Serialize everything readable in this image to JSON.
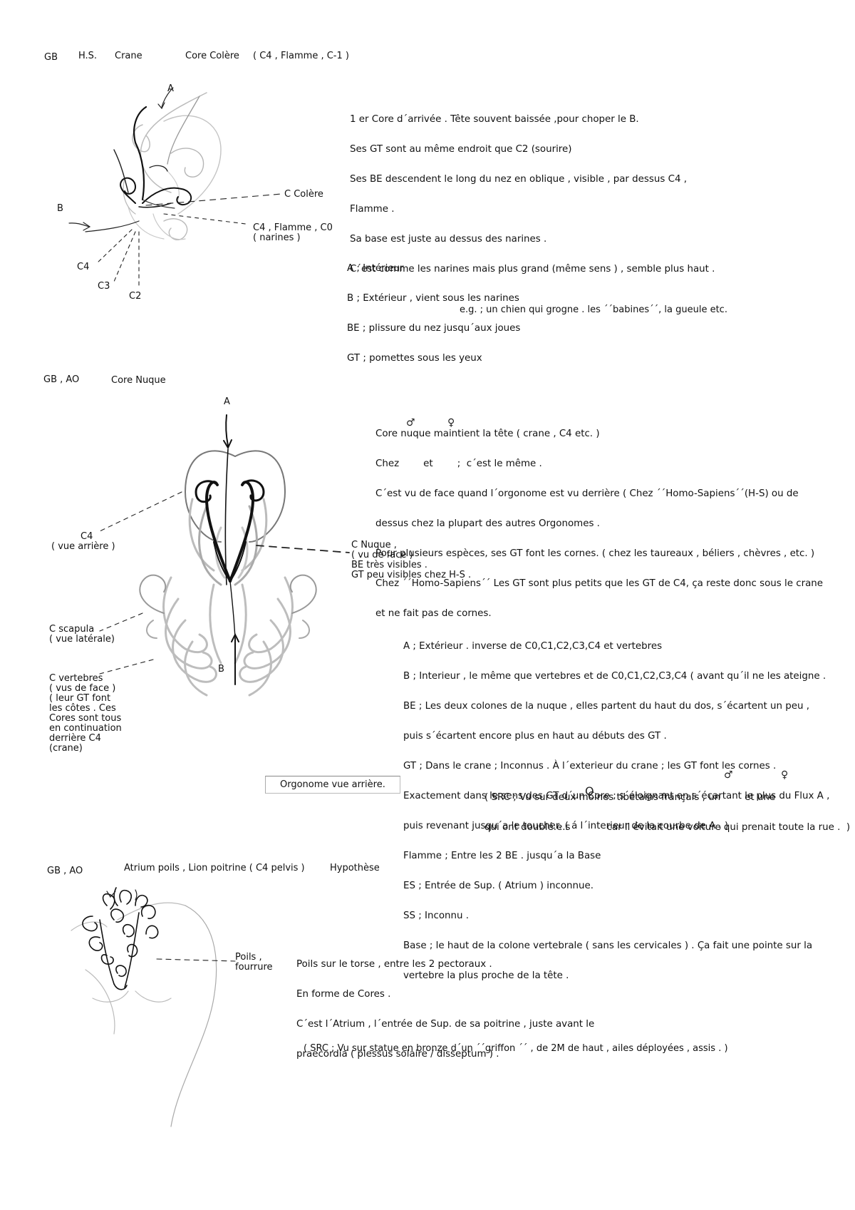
{
  "section1": {
    "header": {
      "gb": "GB",
      "hs": "H.S.",
      "crane": "Crane",
      "title": "Core  Colère",
      "paren": "( C4 , Flamme , C-1 )"
    },
    "description": [
      "1 er Core d´arrivée . Tête souvent baissée ,pour choper le B.",
      "Ses GT sont au même endroit que C2 (sourire)",
      "Ses BE descendent le long du nez en oblique , visible , par dessus C4 ,",
      "Flamme .",
      "Sa base est juste au dessus des narines .",
      "C´est comme les narines mais plus grand (même sens ) , semble plus haut ."
    ],
    "labels": {
      "a": "A",
      "b": "B",
      "c_colere": "C Colère",
      "c4_flamme": "C4 , Flamme , C0",
      "narines": "( narines )",
      "c4": "C4",
      "c3": "C3",
      "c2": "C2"
    },
    "legend": [
      "A ; Intérieur",
      "B ; Extérieur , vient sous les narines",
      "BE ; plissure du nez jusqu´aux joues",
      "GT ; pomettes sous les yeux"
    ],
    "example": "e.g. ; un chien qui grogne . les ´´babines´´, la gueule etc."
  },
  "section2": {
    "header": {
      "gb": "GB , AO",
      "title": "Core Nuque"
    },
    "description": [
      "Core nuque maintient la tête ( crane , C4 etc. )",
      "Chez        et        ;  c´est le même .",
      "C´est vu de face quand l´orgonome est vu derrière ( Chez ´´Homo-Sapiens´´(H-S) ou de",
      "dessus chez la plupart des autres Orgonomes .",
      "Pour plusieurs espèces, ses GT font les cornes. ( chez les taureaux , béliers , chèvres , etc. )",
      "Chez ´´Homo-Sapiens´´ Les GT sont plus petits que les GT de C4, ça reste donc sous le crane",
      "et ne fait pas de cornes."
    ],
    "labels": {
      "a": "A",
      "b": "B",
      "c4": "C4",
      "c4_sub": "( vue arrière )",
      "c_nuque": "C Nuque ,\n( vu de face )\nBE très visibles .\nGT peu visibles chez H-S .",
      "c_scapula": "C scapula\n( vue latérale)",
      "c_vertebres": "C vertebres\n( vus de face )\n( leur GT font\nles côtes . Ces\nCores sont tous\nen continuation\nderrière C4\n(crane)"
    },
    "legend": [
      "A ; Extérieur . inverse de C0,C1,C2,C3,C4 et vertebres",
      "B ; Interieur , le même que vertebres et de C0,C1,C2,C3,C4 ( avant qu´il ne les ateigne .",
      "BE ; Les deux colones de la nuque , elles partent du haut du dos, s´écartent un peu ,",
      "puis s´écartent encore plus en haut au débuts des GT .",
      "GT ; Dans le crane ; Inconnus . À l´exterieur du crane ; les GT font les cornes .",
      "Exactement dans le sens des GT d´un Core ; s´éloignant en s´écartant le plus du Flux A ,",
      "puis revenant jusqu´a le toucher. ( á l´interieur de la courbe de A . )",
      "Flamme ; Entre les 2 BE . jusqu´a la Base",
      "ES ; Entrée de Sup. ( Atrium ) inconnue.",
      "SS ; Inconnu .",
      "Base ; le haut de la colone vertebrale ( sans les cervicales ) . Ça fait une pointe sur la",
      "vertebre la plus proche de la tête ."
    ],
    "box_label": "Orgonome vue arrière.",
    "src_line1": "( SRC ; Vu sur deux moines tibetains français , un        et une",
    "src_line2": "qui ont doublé.e.s            car il évitait une voiture qui prenait toute la rue .  )",
    "symbols": {
      "male": "♂",
      "female": "♀",
      "circle": "O"
    }
  },
  "section3": {
    "header": {
      "gb": "GB , AO",
      "title": "Atrium poils , Lion poitrine ( C4 pelvis )",
      "hyp": "Hypothèse"
    },
    "labels": {
      "poils": "Poils ,\nfourrure"
    },
    "description": [
      "Poils sur le torse , entre les 2 pectoraux .",
      "En forme de Cores .",
      "C´est l´Atrium , l´entrée de Sup. de sa poitrine , juste avant le",
      "praecordia ( plessus solaire / disseptum ) ."
    ],
    "src": "( SRC ; Vu sur statue en bronze d´un ´´griffon ´´ , de 2M de haut , ailes déployées , assis . )"
  }
}
